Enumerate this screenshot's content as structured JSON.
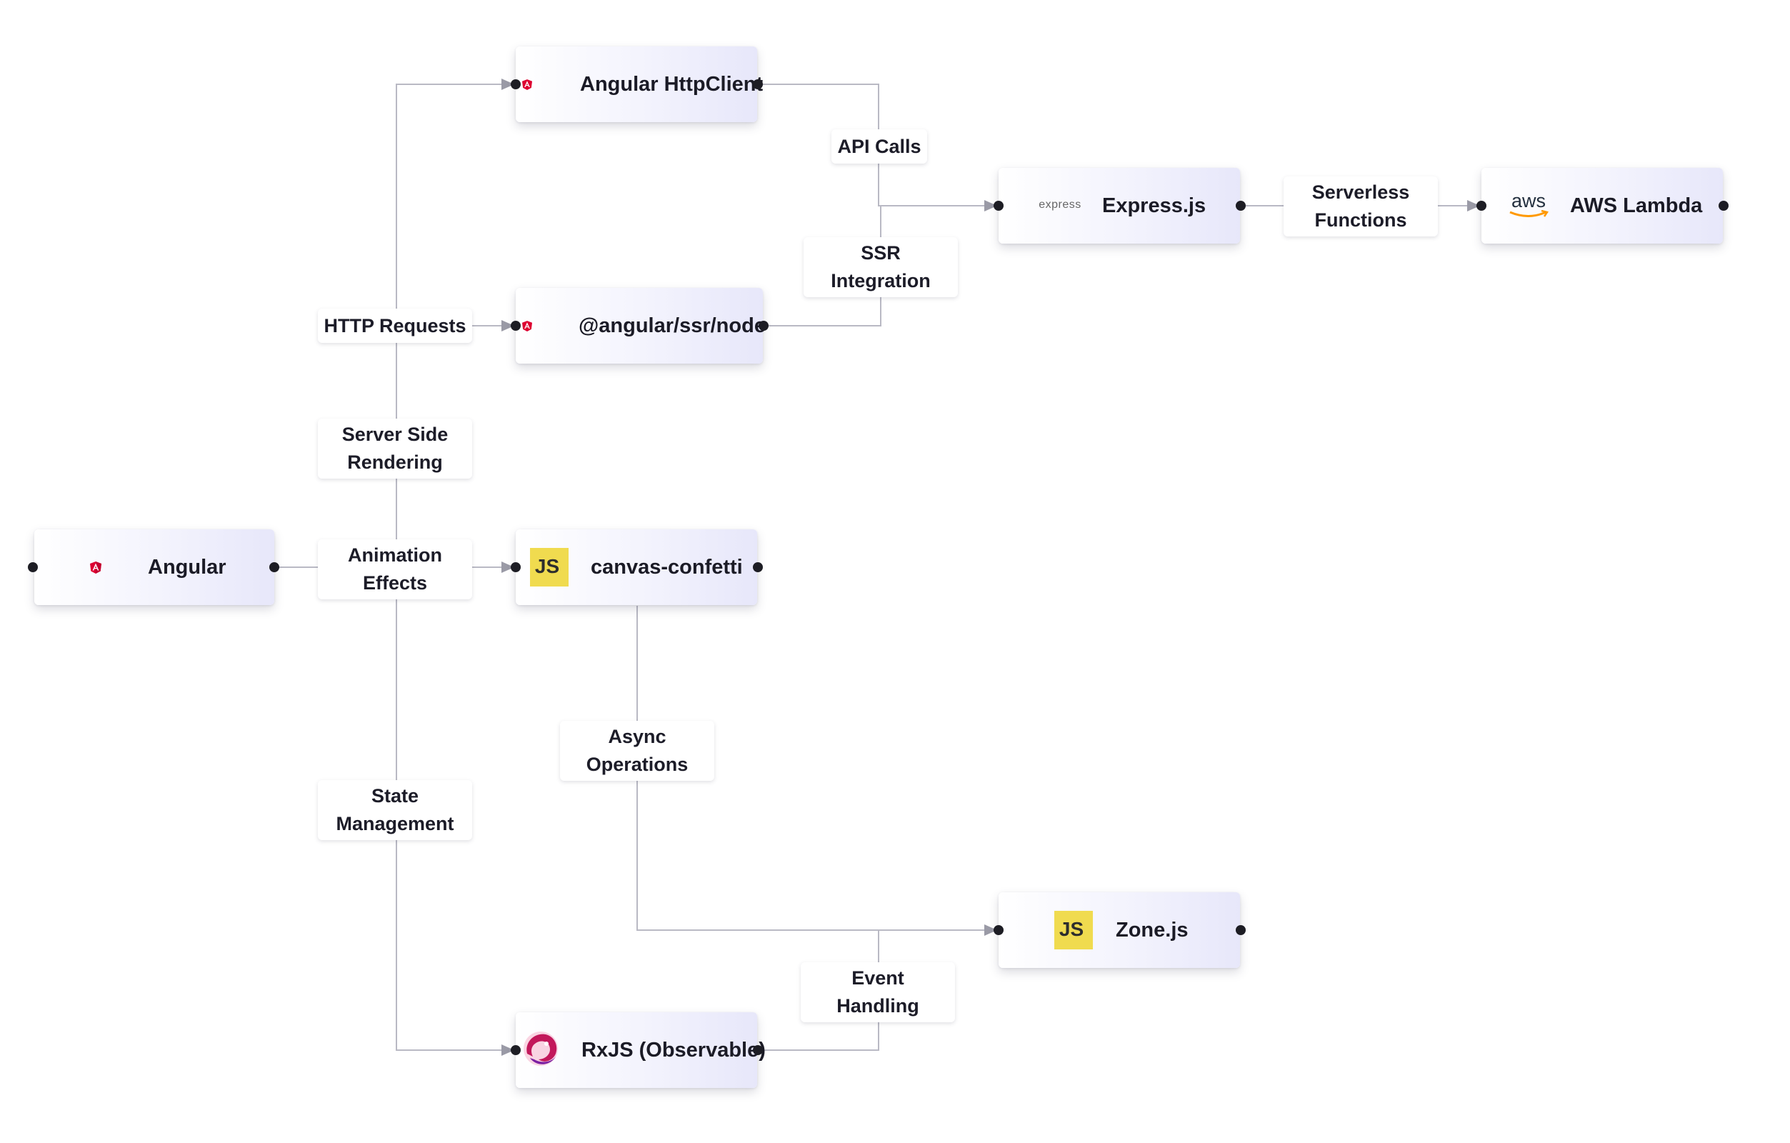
{
  "nodes": {
    "angular": {
      "label": "Angular",
      "icon": "angular-icon"
    },
    "httpclient": {
      "label": "Angular HttpClient",
      "icon": "angular-icon"
    },
    "ssrnode": {
      "label": "@angular/ssr/node",
      "icon": "angular-icon"
    },
    "confetti": {
      "label": "canvas-confetti",
      "icon": "js-icon",
      "badge": "JS"
    },
    "rxjs": {
      "label": "RxJS (Observable)",
      "icon": "rxjs-icon"
    },
    "express": {
      "label": "Express.js",
      "icon": "express-icon",
      "logo_text": "express"
    },
    "zone": {
      "label": "Zone.js",
      "icon": "js-icon",
      "badge": "JS"
    },
    "lambda": {
      "label": "AWS Lambda",
      "icon": "aws-icon",
      "logo_text": "aws"
    }
  },
  "edges": {
    "http_requests": {
      "line1": "HTTP Requests",
      "line2": ""
    },
    "ssr": {
      "line1": "Server Side",
      "line2": "Rendering"
    },
    "animation": {
      "line1": "Animation",
      "line2": "Effects"
    },
    "state": {
      "line1": "State",
      "line2": "Management"
    },
    "api_calls": {
      "line1": "API Calls",
      "line2": ""
    },
    "ssr_integration": {
      "line1": "SSR",
      "line2": "Integration"
    },
    "async": {
      "line1": "Async",
      "line2": "Operations"
    },
    "event": {
      "line1": "Event",
      "line2": "Handling"
    },
    "serverless": {
      "line1": "Serverless",
      "line2": "Functions"
    }
  },
  "colors": {
    "edge": "#b9b9c4",
    "port": "#1d1d24",
    "angular_red": "#dd0031",
    "js_yellow": "#f0db4f",
    "aws_orange": "#ff9900",
    "rxjs_pink": "#c2185b"
  }
}
